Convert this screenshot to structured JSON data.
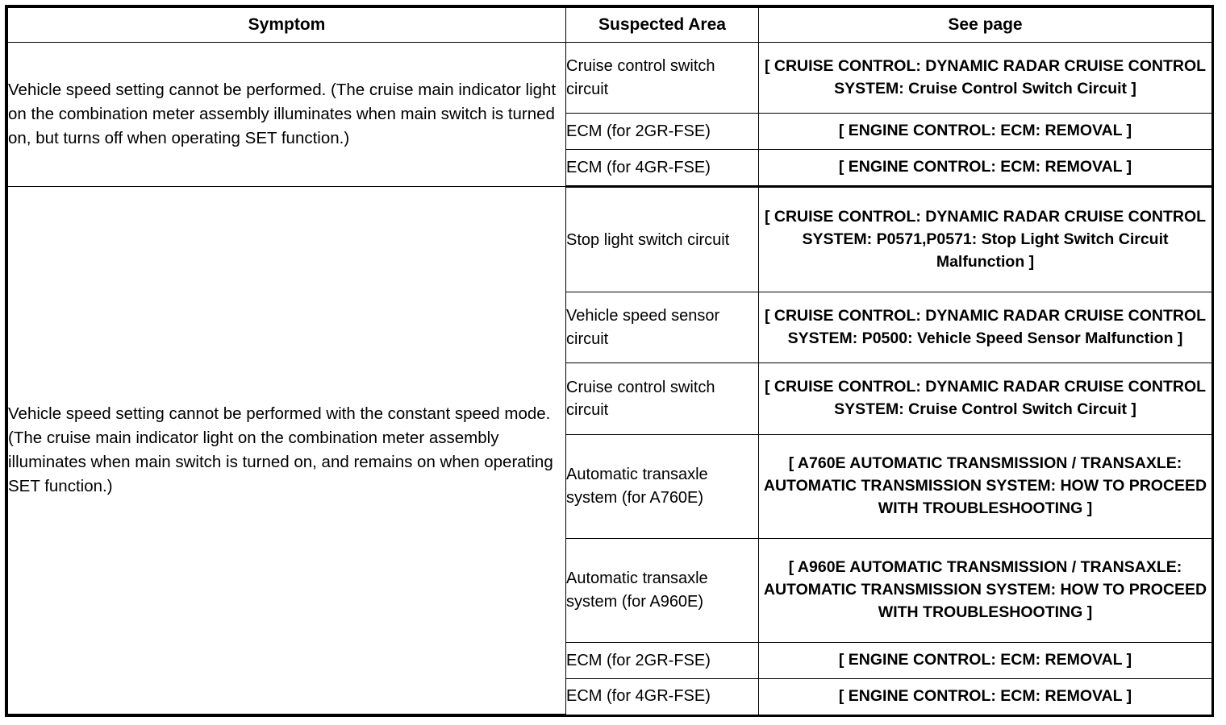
{
  "document": {
    "kind": "service-manual-symptom-table",
    "columns": [
      "Symptom",
      "Suspected Area",
      "See page"
    ]
  },
  "table": {
    "headers": {
      "symptom": "Symptom",
      "suspected_area": "Suspected Area",
      "see_page": "See page"
    },
    "groups": [
      {
        "symptom": "Vehicle speed setting cannot be performed. (The cruise main indicator light on the combination meter assembly illuminates when main switch is turned on, but turns off when operating SET function.)",
        "rows": [
          {
            "area": "Cruise control switch circuit",
            "page": "[ CRUISE CONTROL: DYNAMIC RADAR CRUISE CONTROL SYSTEM: Cruise Control Switch Circuit ]"
          },
          {
            "area": "ECM (for 2GR-FSE)",
            "page": "[ ENGINE CONTROL: ECM: REMOVAL ]"
          },
          {
            "area": "ECM (for 4GR-FSE)",
            "page": "[ ENGINE CONTROL: ECM: REMOVAL ]"
          }
        ]
      },
      {
        "symptom": "Vehicle speed setting cannot be performed with the constant speed mode. (The cruise main indicator light on the combination meter assembly illuminates when main switch is turned on, and remains on when operating SET function.)",
        "rows": [
          {
            "area": "Stop light switch circuit",
            "page": "[ CRUISE CONTROL: DYNAMIC RADAR CRUISE CONTROL SYSTEM: P0571,P0571: Stop Light Switch Circuit Malfunction ]"
          },
          {
            "area": "Vehicle speed sensor circuit",
            "page": "[ CRUISE CONTROL: DYNAMIC RADAR CRUISE CONTROL SYSTEM: P0500: Vehicle Speed Sensor Malfunction ]"
          },
          {
            "area": "Cruise control switch circuit",
            "page": "[ CRUISE CONTROL: DYNAMIC RADAR CRUISE CONTROL SYSTEM: Cruise Control Switch Circuit ]"
          },
          {
            "area": "Automatic transaxle system (for A760E)",
            "page": "[ A760E AUTOMATIC TRANSMISSION / TRANSAXLE: AUTOMATIC TRANSMISSION SYSTEM: HOW TO PROCEED WITH TROUBLESHOOTING ]"
          },
          {
            "area": "Automatic transaxle system (for A960E)",
            "page": "[ A960E AUTOMATIC TRANSMISSION / TRANSAXLE: AUTOMATIC TRANSMISSION SYSTEM: HOW TO PROCEED WITH TROUBLESHOOTING ]"
          },
          {
            "area": "ECM (for 2GR-FSE)",
            "page": "[ ENGINE CONTROL: ECM: REMOVAL ]"
          },
          {
            "area": "ECM (for 4GR-FSE)",
            "page": "[ ENGINE CONTROL: ECM: REMOVAL ]"
          }
        ]
      }
    ]
  },
  "colors": {
    "text": "#000000",
    "background": "#ffffff",
    "border": "#000000"
  }
}
